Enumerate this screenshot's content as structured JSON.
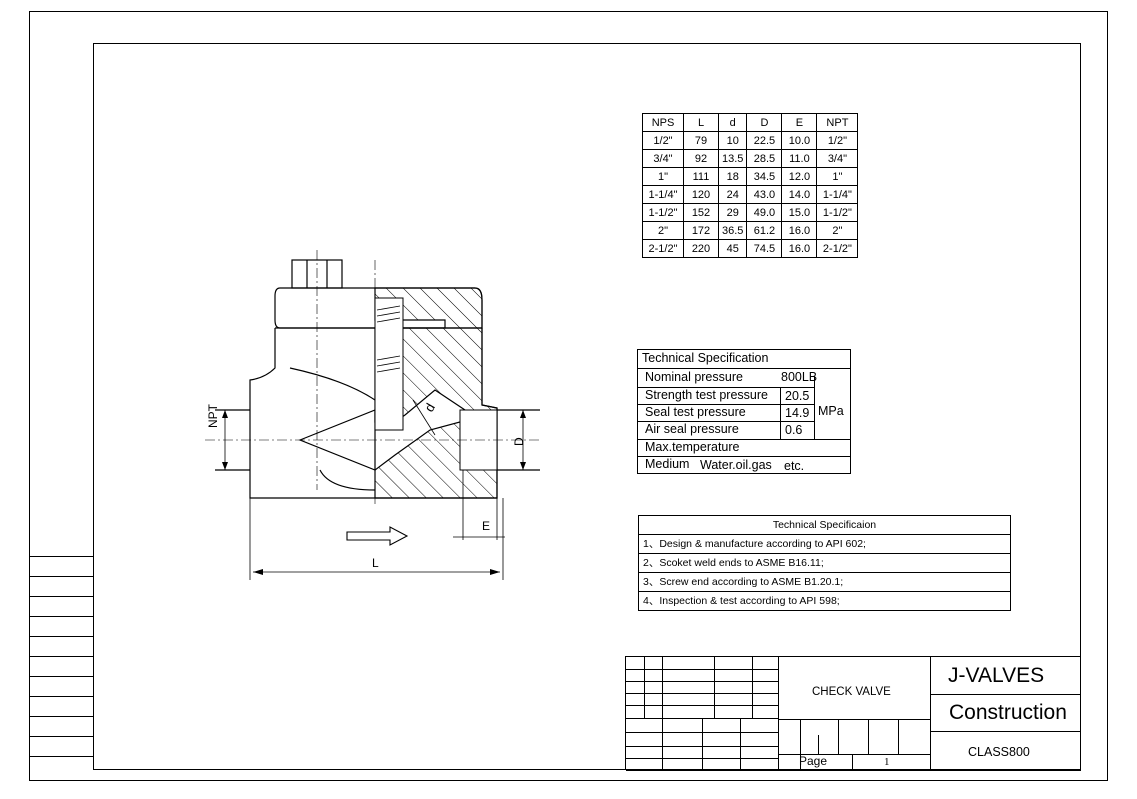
{
  "dimension_table": {
    "headers": [
      "NPS",
      "L",
      "d",
      "D",
      "E",
      "NPT"
    ],
    "rows": [
      [
        "1/2\"",
        "79",
        "10",
        "22.5",
        "10.0",
        "1/2\""
      ],
      [
        "3/4\"",
        "92",
        "13.5",
        "28.5",
        "11.0",
        "3/4\""
      ],
      [
        "1\"",
        "111",
        "18",
        "34.5",
        "12.0",
        "1\""
      ],
      [
        "1-1/4\"",
        "120",
        "24",
        "43.0",
        "14.0",
        "1-1/4\""
      ],
      [
        "1-1/2\"",
        "152",
        "29",
        "49.0",
        "15.0",
        "1-1/2\""
      ],
      [
        "2\"",
        "172",
        "36.5",
        "61.2",
        "16.0",
        "2\""
      ],
      [
        "2-1/2\"",
        "220",
        "45",
        "74.5",
        "16.0",
        "2-1/2\""
      ]
    ]
  },
  "tech_spec": {
    "title": "Technical Specification",
    "nominal_pressure_label": "Nominal pressure",
    "nominal_pressure_value": "800LB",
    "strength_test_label": "Strength test pressure",
    "strength_test_value": "20.5",
    "seal_test_label": "Seal test pressure",
    "seal_test_value": "14.9",
    "air_seal_label": "Air seal pressure",
    "air_seal_value": "0.6",
    "unit": "MPa",
    "max_temp_label": "Max.temperature",
    "medium_label": "Medium",
    "medium_value": "Water.oil.gas",
    "medium_suffix": "etc."
  },
  "notes": {
    "title": "Technical Specificaion",
    "items": [
      "1、Design & manufacture according to API 602;",
      "2、Scoket weld ends to ASME B16.11;",
      "3、Screw end according to ASME B1.20.1;",
      "4、Inspection & test according to API 598;"
    ]
  },
  "drawing_labels": {
    "npt": "NPT",
    "d_small": "d",
    "d_large": "D",
    "e": "E",
    "l": "L"
  },
  "title_block": {
    "product": "CHECK  VALVE",
    "company": "J-VALVES",
    "doc_type": "Construction",
    "class": "CLASS800",
    "page_label": "Page",
    "page_number": "1"
  }
}
